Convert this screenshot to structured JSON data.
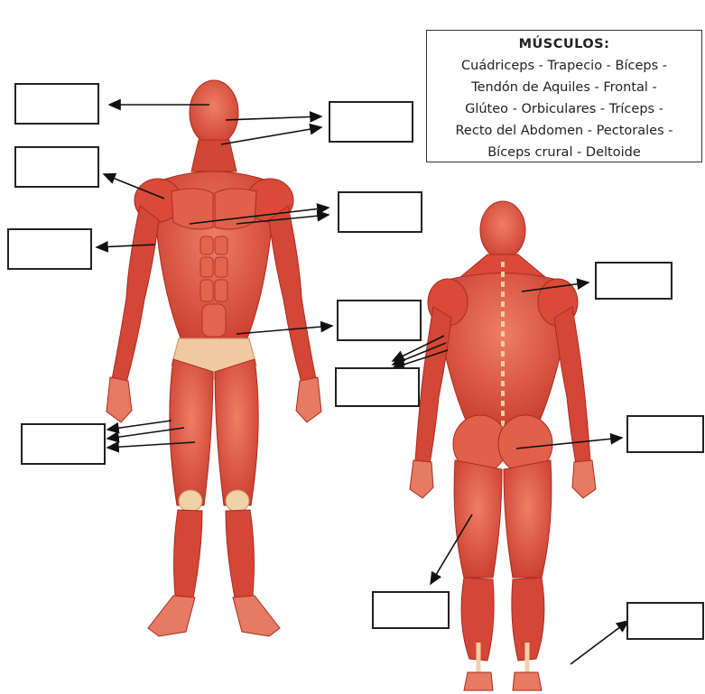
{
  "legend": {
    "title": "MÚSCULOS:",
    "lines": [
      "Cuádriceps - Trapecio - Bíceps -",
      "Tendón de Aquiles - Frontal -",
      "Glúteo - Orbiculares -  Tríceps -",
      "Recto del Abdomen - Pectorales -",
      "Bíceps crural - Deltoide"
    ]
  },
  "figures": {
    "front_view": "anterior-muscle-figure",
    "back_view": "posterior-muscle-figure"
  },
  "colors": {
    "muscle": "#d6493a",
    "muscle_light": "#ef8b70",
    "tendon": "#f1d2a8",
    "outline": "#222222"
  }
}
